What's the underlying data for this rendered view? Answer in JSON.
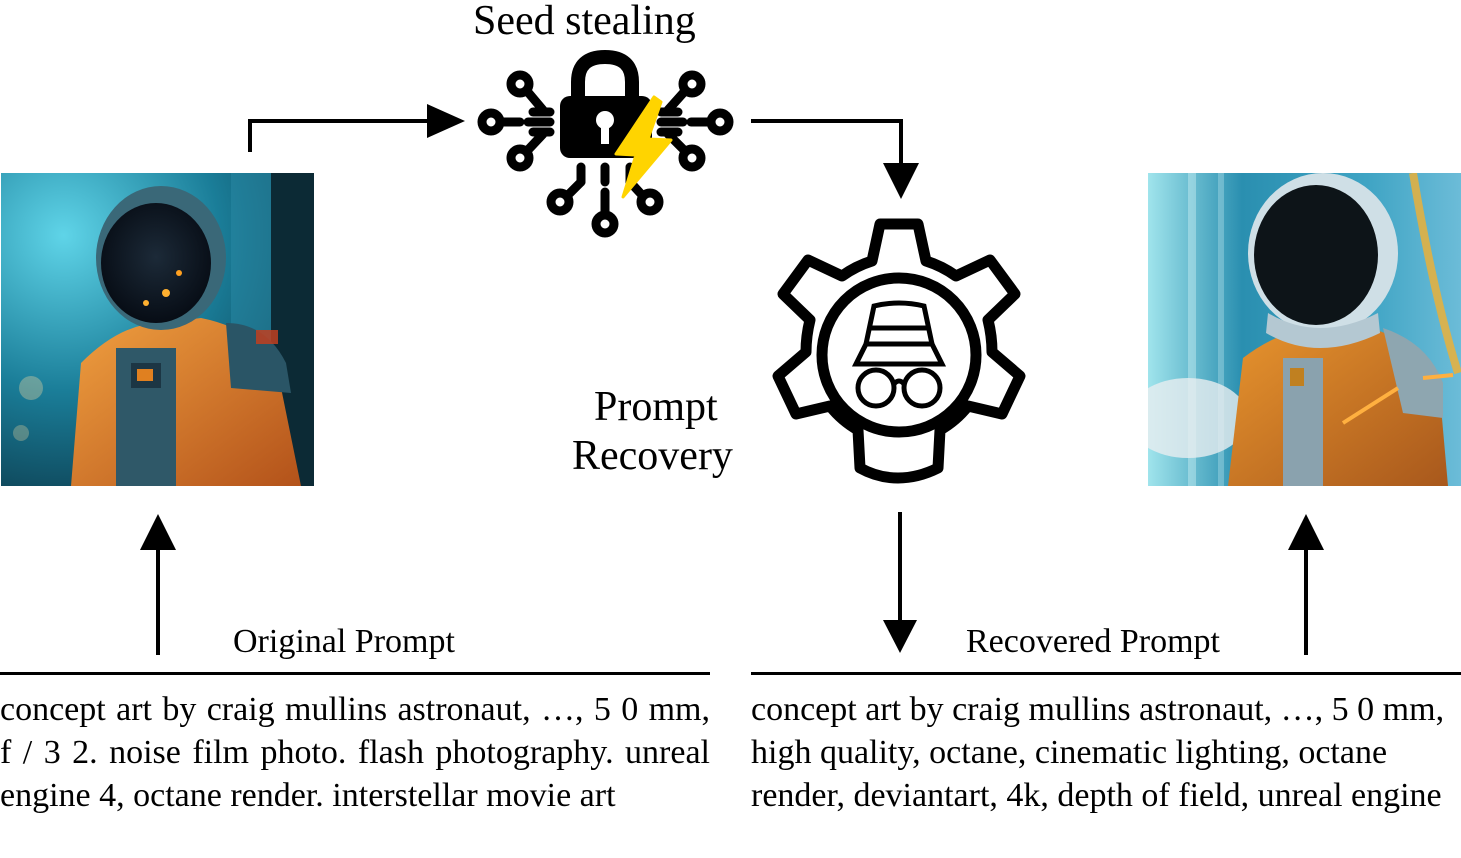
{
  "diagram": {
    "seed_stealing": {
      "label": "Seed stealing",
      "icon": "lock-circuit-lightning-icon",
      "bolt_color": "#FFD400"
    },
    "prompt_recovery": {
      "label_line1": "Prompt",
      "label_line2": "Recovery",
      "icon": "gear-incognito-icon"
    },
    "original": {
      "image": "astronaut-original-image",
      "heading": "Original Prompt",
      "text": "concept art by craig mullins astronaut, …, 5 0 mm, f / 3 2. noise film photo. flash photography. unreal engine 4, octane render. interstellar movie art"
    },
    "recovered": {
      "image": "astronaut-recovered-image",
      "heading": "Recovered Prompt",
      "text": "concept art by craig mullins astronaut, …, 5 0 mm, high quality, octane, cinematic lighting, octane render, deviantart, 4k, depth of field, unreal engine"
    },
    "colors": {
      "suit_orange": "#E07A1C",
      "background_teal": "#1C8FA8",
      "line": "#000000"
    }
  }
}
